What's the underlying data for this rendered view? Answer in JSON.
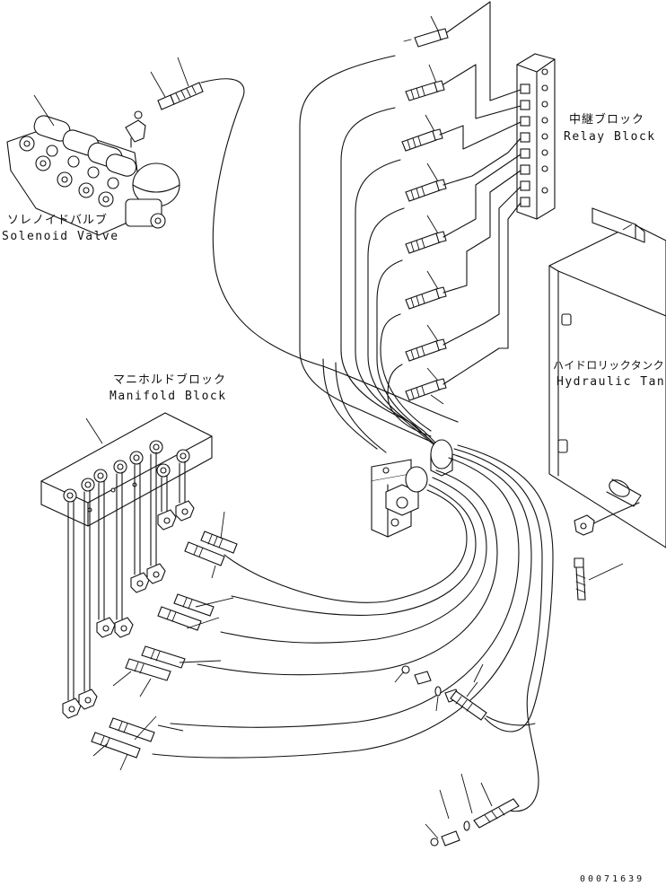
{
  "labels": {
    "solenoid_valve": {
      "jp": "ソレノイドバルブ",
      "en": "Solenoid Valve"
    },
    "relay_block": {
      "jp": "中継ブロック",
      "en": "Relay Block"
    },
    "manifold_block": {
      "jp": "マニホルドブロック",
      "en": "Manifold Block"
    },
    "hydraulic_tank": {
      "jp": "ハイドロリックタンク",
      "en": "Hydraulic Tank"
    }
  },
  "drawing_code": "00071639"
}
